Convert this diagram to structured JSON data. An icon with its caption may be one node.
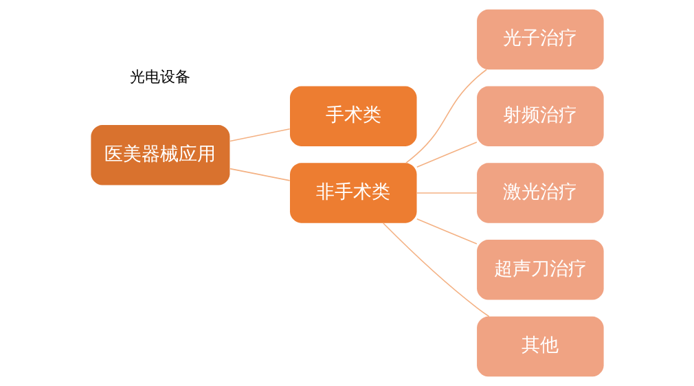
{
  "diagram": {
    "nodes": [
      {
        "text": [
          "医美器械应用"
        ]
      },
      {
        "text": [
          "手术类"
        ]
      },
      {
        "text": [
          "非手术类"
        ]
      },
      {
        "text": [
          "光子治疗"
        ]
      },
      {
        "text": [
          "射频治疗"
        ]
      },
      {
        "text": [
          "激光治疗"
        ]
      },
      {
        "text": [
          "超声刀治疗"
        ]
      },
      {
        "text": [
          "其他"
        ]
      }
    ],
    "edges": [
      {
        "from": 0,
        "to": 1,
        "arrow": "none"
      },
      {
        "from": 0,
        "to": 2,
        "arrow": "none"
      },
      {
        "from": 2,
        "to": 3,
        "arrow": "none"
      },
      {
        "from": 2,
        "to": 4,
        "arrow": "none"
      },
      {
        "from": 2,
        "to": 5,
        "arrow": "none"
      },
      {
        "from": 2,
        "to": 6,
        "arrow": "none"
      },
      {
        "from": 2,
        "to": 7,
        "arrow": "none"
      }
    ],
    "labels": [
      "光电设备"
    ]
  }
}
